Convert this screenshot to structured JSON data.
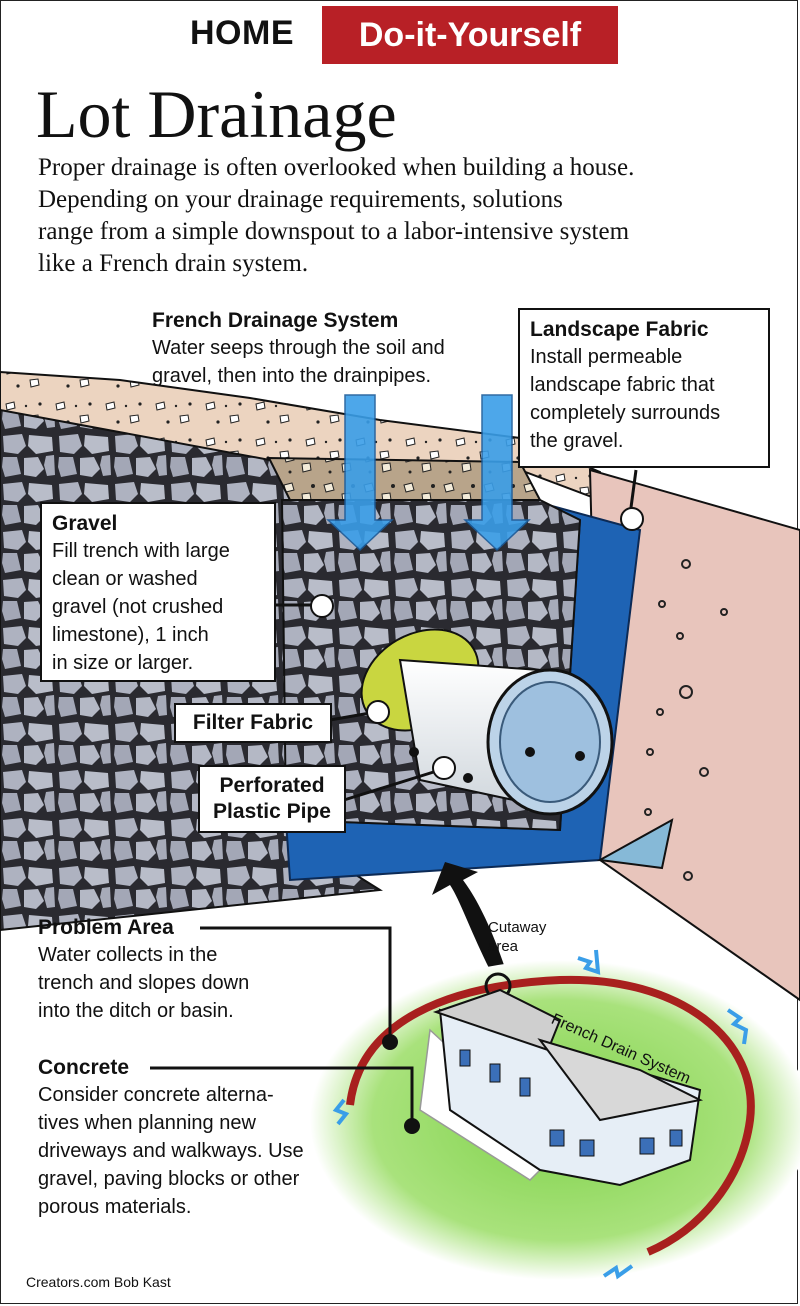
{
  "header": {
    "section": "HOME",
    "banner": "Do-it-Yourself",
    "banner_color": "#b82026"
  },
  "title": "Lot Drainage",
  "intro": {
    "lines": [
      "Proper drainage is often overlooked when building a house.",
      "Depending on your drainage requirements, solutions",
      "range from a simple downspout to a labor-intensive system",
      "like a French drain system."
    ]
  },
  "callouts": {
    "french": {
      "heading": "French Drainage System",
      "lines": [
        "Water seeps through the soil and",
        "gravel, then into the drainpipes."
      ]
    },
    "landscape": {
      "heading": "Landscape Fabric",
      "lines": [
        "Install permeable",
        "landscape fabric that",
        "completely surrounds",
        "the gravel."
      ]
    },
    "gravel": {
      "heading": "Gravel",
      "lines": [
        "Fill trench with large",
        "clean or washed",
        "gravel (not crushed",
        "limestone), 1 inch",
        "in size or larger."
      ]
    },
    "filter": {
      "label": "Filter Fabric"
    },
    "pipe": {
      "lines": [
        "Perforated",
        "Plastic Pipe"
      ]
    },
    "problem": {
      "heading": "Problem Area",
      "lines": [
        "Water collects in the",
        "trench and slopes down",
        "into the ditch or basin."
      ]
    },
    "concrete": {
      "heading": "Concrete",
      "lines": [
        "Consider concrete alterna-",
        "tives when planning new",
        "driveways and walkways. Use",
        "gravel, paving blocks or other",
        "porous materials."
      ]
    },
    "cutaway": {
      "lines": [
        "Cutaway",
        "area"
      ]
    },
    "drain_path": "French Drain System"
  },
  "credit": "Creators.com Bob Kast",
  "colors": {
    "soil": "#ecd4c0",
    "subsoil": "#e8c5bc",
    "gravel": "#aeb2c0",
    "fabric_blue": "#1e63b4",
    "filter_green": "#c9d640",
    "water": "#3a9ee8",
    "lawn": "#7fd24a",
    "drain_red": "#a8201e"
  }
}
